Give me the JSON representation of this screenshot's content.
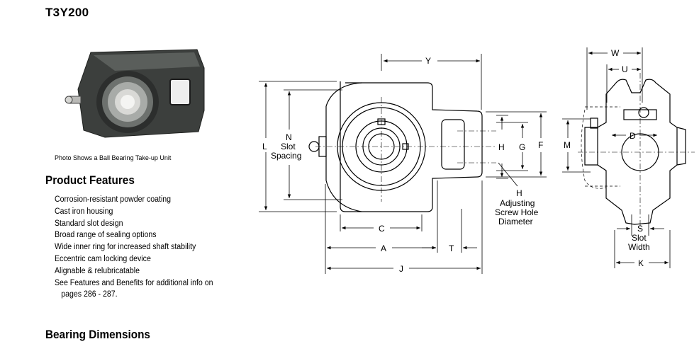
{
  "page": {
    "title": "T3Y200",
    "photo_caption": "Photo Shows a Ball Bearing Take-up Unit",
    "features_heading": "Product Features",
    "features": [
      "Corrosion-resistant powder coating",
      "Cast iron housing",
      "Standard slot design",
      "Broad range of sealing options",
      "Wide inner ring for increased shaft stability",
      "Eccentric cam locking device",
      "Alignable & relubricatable",
      "See Features and Benefits for additional info on",
      "pages 286 - 287."
    ],
    "dimensions_heading": "Bearing Dimensions"
  },
  "drawing": {
    "labels": {
      "y": "Y",
      "l": "L",
      "n_line1": "N",
      "n_line2": "Slot",
      "n_line3": "Spacing",
      "h": "H",
      "g": "G",
      "f": "F",
      "c": "C",
      "a": "A",
      "t": "T",
      "j": "J",
      "h_callout": "H",
      "adjusting_line1": "Adjusting",
      "adjusting_line2": "Screw Hole",
      "adjusting_line3": "Diameter",
      "w": "W",
      "u": "U",
      "m": "M",
      "d": "D",
      "s": "S",
      "slot": "Slot",
      "width": "Width",
      "k": "K"
    }
  }
}
